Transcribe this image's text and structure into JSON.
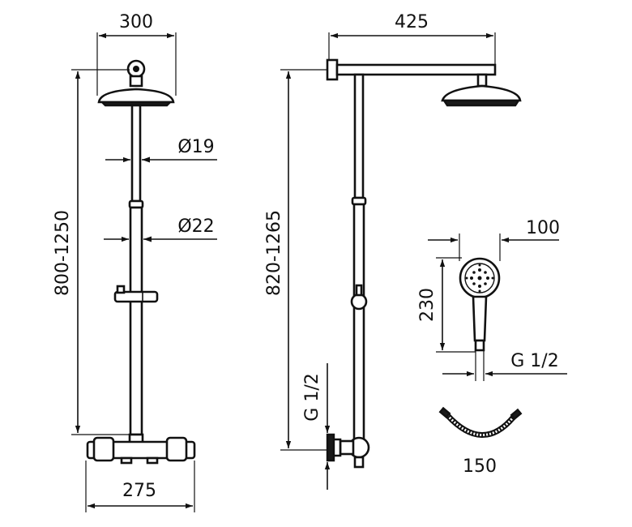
{
  "dimensions": {
    "front_head_width": "300",
    "front_height_range": "800-1250",
    "pipe_upper_diameter": "Ø19",
    "pipe_lower_diameter": "Ø22",
    "thermostat_width": "275",
    "arm_length": "425",
    "side_height_range": "820-1265",
    "side_inlet_thread": "G 1/2",
    "hand_shower_width": "100",
    "hand_shower_height": "230",
    "hand_shower_thread": "G 1/2",
    "hose_length": "150"
  },
  "colors": {
    "line": "#111111",
    "background": "#ffffff"
  }
}
